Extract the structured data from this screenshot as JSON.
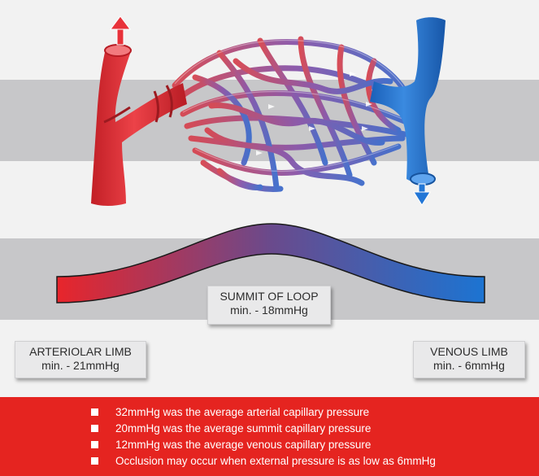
{
  "colors": {
    "arterial": "#e52b2b",
    "venous": "#1f6fce",
    "band": "#c7c7c9",
    "footer": "#e52420"
  },
  "labels": {
    "summit": {
      "title": "SUMMIT OF LOOP",
      "value": "min. - 18mmHg"
    },
    "arteriolar": {
      "title": "ARTERIOLAR LIMB",
      "value": "min. - 21mmHg"
    },
    "venous": {
      "title": "VENOUS LIMB",
      "value": "min. - 6mmHg"
    }
  },
  "footer": {
    "items": [
      "32mmHg was the average arterial capillary pressure",
      "20mmHg was the average summit capillary pressure",
      "12mmHg was the average venous capillary pressure",
      "Occlusion may occur when external pressure is as low as 6mmHg"
    ]
  }
}
